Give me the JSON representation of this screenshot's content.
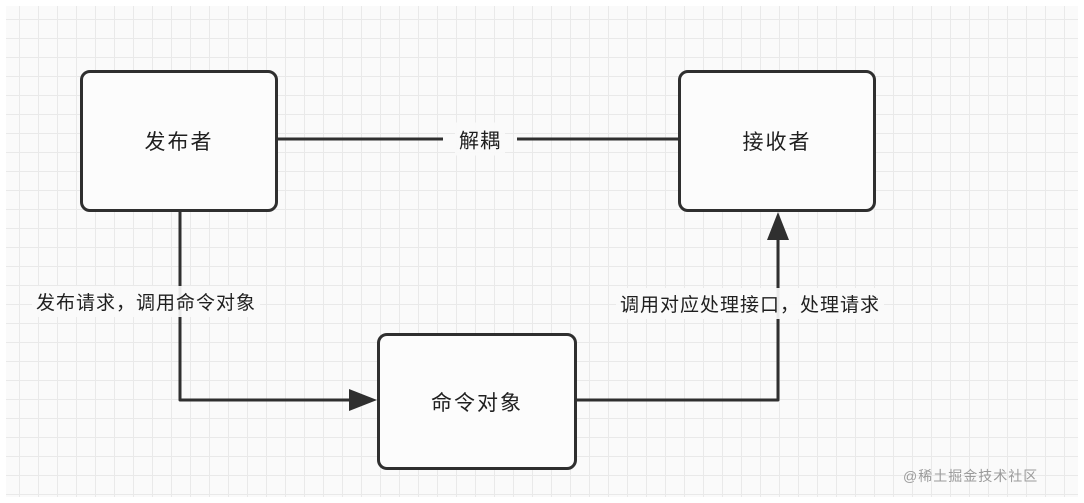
{
  "diagram": {
    "nodes": {
      "publisher": "发布者",
      "receiver": "接收者",
      "command": "命令对象"
    },
    "labels": {
      "decouple": "解耦",
      "publish": "发布请求，调用命令对象",
      "handle": "调用对应处理接口，处理请求"
    },
    "watermark": "@稀土掘金技术社区",
    "colors": {
      "stroke": "#2f2f2f",
      "grid": "#e9e9e9",
      "background": "#fafafa",
      "watermark": "#9b9b9b"
    }
  }
}
